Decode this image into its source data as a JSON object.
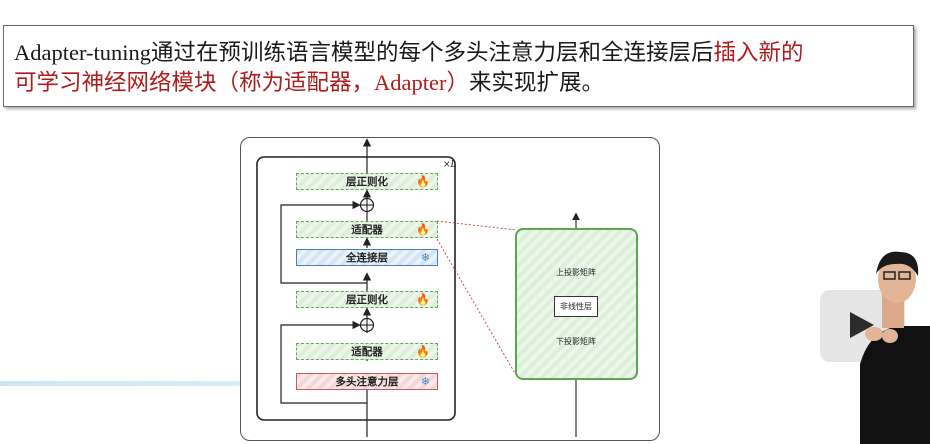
{
  "caption": {
    "line1_plain": "Adapter-tuning通过在预训练语言模型的每个多头注意力层和全连接层后",
    "line1_highlight": "插入新的",
    "line2_highlight": "可学习神经网络模块（称为适配器，Adapter）",
    "line2_plain": "来实现扩展。"
  },
  "colors": {
    "highlight": "#b01c1c",
    "trainable": "#63a85a",
    "frozen_ffn": "#4c7fb8",
    "frozen_attn": "#c45a5a"
  },
  "diagram": {
    "repeat_label": "×L",
    "stack": {
      "norm_top": {
        "label": "层正则化",
        "icon": "fire-icon"
      },
      "adapter_top": {
        "label": "适配器",
        "icon": "fire-icon"
      },
      "ffn": {
        "label": "全连接层",
        "icon": "snowflake-icon"
      },
      "norm_bottom": {
        "label": "层正则化",
        "icon": "fire-icon"
      },
      "adapter_bottom": {
        "label": "适配器",
        "icon": "fire-icon"
      },
      "attention": {
        "label": "多头注意力层",
        "icon": "snowflake-icon"
      }
    },
    "adapter_detail": {
      "up_projection": "上投影矩阵",
      "nonlinear": "非线性层",
      "down_projection": "下投影矩阵"
    }
  },
  "overlay": {
    "video_logo": "video-play-icon",
    "presenter": "presenter-video"
  }
}
